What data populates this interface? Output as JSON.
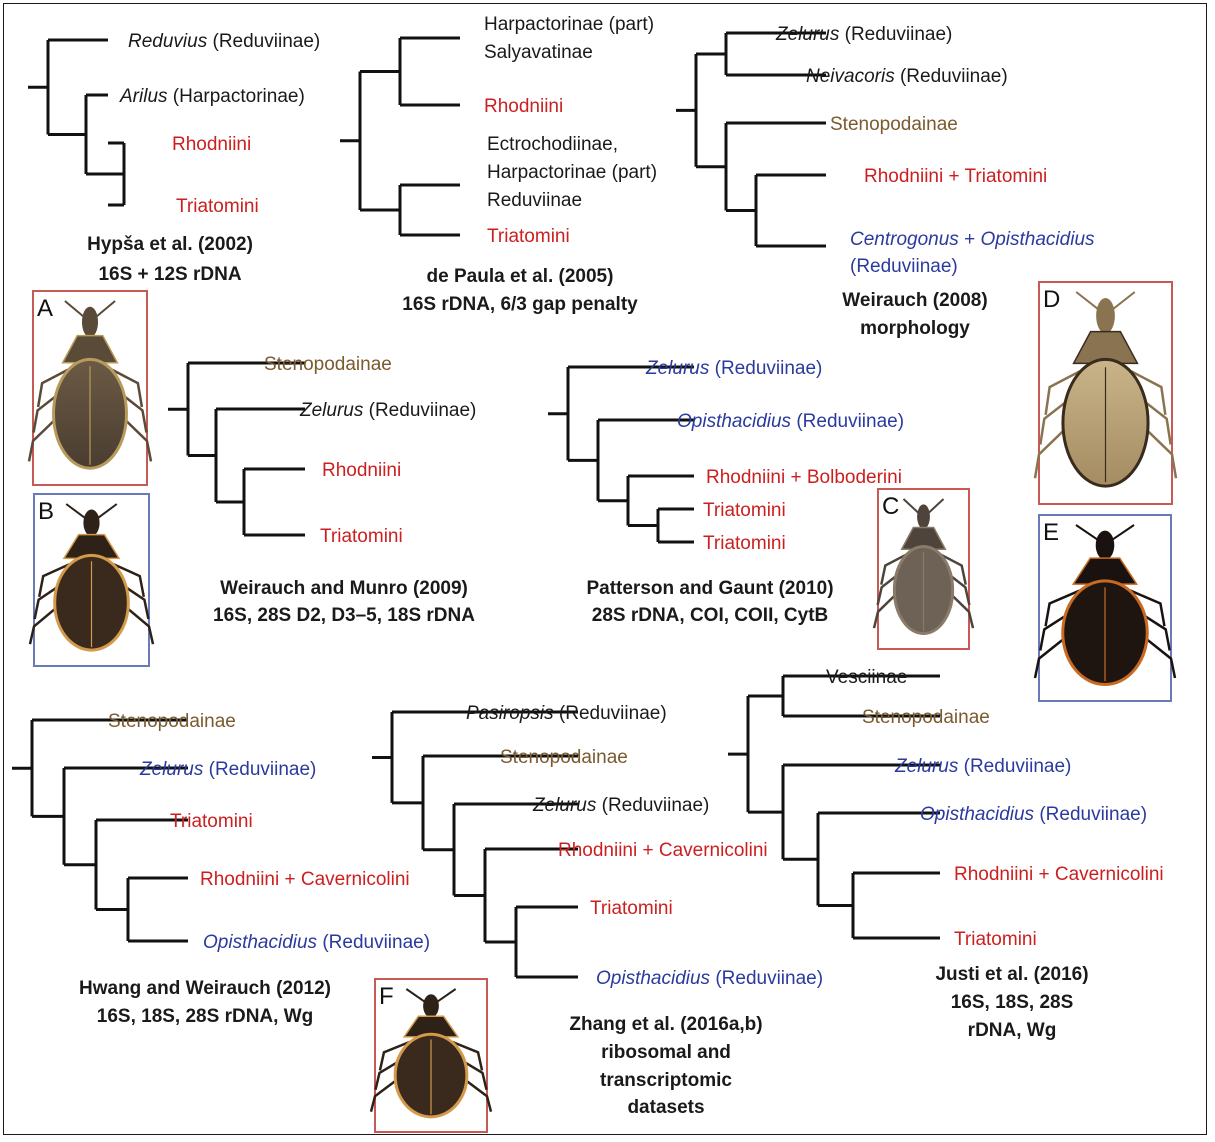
{
  "colors": {
    "red": "#cc1f1f",
    "blue": "#2a3a9e",
    "brown": "#7a5a2e",
    "black": "#1a1a1a",
    "red_frame": "#c85a55",
    "blue_frame": "#6a7ab8"
  },
  "trees": [
    {
      "caption": [
        "Hypša et al. (2002)",
        "16S + 12S rDNA"
      ],
      "leaves": [
        {
          "parts": [
            {
              "t": "Reduvius",
              "i": true,
              "c": "black"
            },
            {
              "t": " (Reduviinae)",
              "c": "black"
            }
          ]
        },
        {
          "parts": [
            {
              "t": "Arilus",
              "i": true,
              "c": "black"
            },
            {
              "t": " (Harpactorinae)",
              "c": "black"
            }
          ]
        },
        {
          "parts": [
            {
              "t": "Rhodniini",
              "c": "red"
            }
          ]
        },
        {
          "parts": [
            {
              "t": "Triatomini",
              "c": "red"
            }
          ]
        }
      ]
    },
    {
      "caption": [
        "de Paula et al. (2005)",
        "16S rDNA, 6/3 gap penalty"
      ],
      "leaves": [
        {
          "parts": [
            {
              "t": "Harpactorinae (part)",
              "c": "black"
            }
          ],
          "parts2": [
            {
              "t": "Salyavatinae",
              "c": "black"
            }
          ]
        },
        {
          "parts": [
            {
              "t": "Rhodniini",
              "c": "red"
            }
          ]
        },
        {
          "parts": [
            {
              "t": "Ectrochodiinae,",
              "c": "black"
            }
          ],
          "parts2": [
            {
              "t": "Harpactorinae (part)",
              "c": "black"
            }
          ],
          "parts3": [
            {
              "t": "Reduviinae",
              "c": "black"
            }
          ]
        },
        {
          "parts": [
            {
              "t": "Triatomini",
              "c": "red"
            }
          ]
        }
      ]
    },
    {
      "caption": [
        "Weirauch (2008)",
        "morphology"
      ],
      "leaves": [
        {
          "parts": [
            {
              "t": "Zelurus",
              "i": true,
              "c": "black"
            },
            {
              "t": " (Reduviinae)",
              "c": "black"
            }
          ]
        },
        {
          "parts": [
            {
              "t": "Neivacoris",
              "i": true,
              "c": "black"
            },
            {
              "t": " (Reduviinae)",
              "c": "black"
            }
          ]
        },
        {
          "parts": [
            {
              "t": "Stenopodainae",
              "c": "brown"
            }
          ]
        },
        {
          "parts": [
            {
              "t": "Rhodniini + Triatomini",
              "c": "red"
            }
          ]
        },
        {
          "parts": [
            {
              "t": "Centrogonus",
              "i": true,
              "c": "blue"
            },
            {
              "t": " + ",
              "c": "blue"
            },
            {
              "t": "Opisthacidius",
              "i": true,
              "c": "blue"
            }
          ],
          "parts2": [
            {
              "t": "(Reduviinae)",
              "c": "blue"
            }
          ]
        }
      ]
    },
    {
      "caption": [
        "Weirauch and Munro (2009)",
        "16S, 28S D2, D3–5, 18S rDNA"
      ],
      "leaves": [
        {
          "parts": [
            {
              "t": "Stenopodainae",
              "c": "brown"
            }
          ]
        },
        {
          "parts": [
            {
              "t": "Zelurus",
              "i": true,
              "c": "black"
            },
            {
              "t": " (Reduviinae)",
              "c": "black"
            }
          ]
        },
        {
          "parts": [
            {
              "t": "Rhodniini",
              "c": "red"
            }
          ]
        },
        {
          "parts": [
            {
              "t": "Triatomini",
              "c": "red"
            }
          ]
        }
      ]
    },
    {
      "caption": [
        "Patterson and Gaunt (2010)",
        "28S rDNA, COI, COII, CytB"
      ],
      "leaves": [
        {
          "parts": [
            {
              "t": "Zelurus",
              "i": true,
              "c": "blue"
            },
            {
              "t": " (Reduviinae)",
              "c": "blue"
            }
          ]
        },
        {
          "parts": [
            {
              "t": "Opisthacidius",
              "i": true,
              "c": "blue"
            },
            {
              "t": " (Reduviinae)",
              "c": "blue"
            }
          ]
        },
        {
          "parts": [
            {
              "t": "Rhodniini + Bolboderini",
              "c": "red"
            }
          ]
        },
        {
          "parts": [
            {
              "t": "Triatomini",
              "c": "red"
            }
          ]
        },
        {
          "parts": [
            {
              "t": "Triatomini",
              "c": "red"
            }
          ]
        }
      ]
    },
    {
      "caption": [
        "Hwang and Weirauch (2012)",
        "16S, 18S, 28S rDNA, Wg"
      ],
      "leaves": [
        {
          "parts": [
            {
              "t": "Stenopodainae",
              "c": "brown"
            }
          ]
        },
        {
          "parts": [
            {
              "t": "Zelurus",
              "i": true,
              "c": "blue"
            },
            {
              "t": " (Reduviinae)",
              "c": "blue"
            }
          ]
        },
        {
          "parts": [
            {
              "t": "Triatomini",
              "c": "red"
            }
          ]
        },
        {
          "parts": [
            {
              "t": "Rhodniini + Cavernicolini",
              "c": "red"
            }
          ]
        },
        {
          "parts": [
            {
              "t": "Opisthacidius",
              "i": true,
              "c": "blue"
            },
            {
              "t": " (Reduviinae)",
              "c": "blue"
            }
          ]
        }
      ]
    },
    {
      "caption": [
        "Zhang et al. (2016a,b)",
        "ribosomal and",
        "transcriptomic",
        "datasets"
      ],
      "leaves": [
        {
          "parts": [
            {
              "t": "Pasiropsis",
              "i": true,
              "c": "black"
            },
            {
              "t": " (Reduviinae)",
              "c": "black"
            }
          ]
        },
        {
          "parts": [
            {
              "t": "Stenopodainae",
              "c": "brown"
            }
          ]
        },
        {
          "parts": [
            {
              "t": "Zelurus",
              "i": true,
              "c": "black"
            },
            {
              "t": " (Reduviinae)",
              "c": "black"
            }
          ]
        },
        {
          "parts": [
            {
              "t": "Rhodniini + Cavernicolini",
              "c": "red"
            }
          ]
        },
        {
          "parts": [
            {
              "t": "Triatomini",
              "c": "red"
            }
          ]
        },
        {
          "parts": [
            {
              "t": "Opisthacidius",
              "i": true,
              "c": "blue"
            },
            {
              "t": " (Reduviinae)",
              "c": "blue"
            }
          ]
        }
      ]
    },
    {
      "caption": [
        "Justi et al. (2016)",
        "16S, 18S, 28S",
        "rDNA, Wg"
      ],
      "leaves": [
        {
          "parts": [
            {
              "t": "Vesciinae",
              "c": "black"
            }
          ]
        },
        {
          "parts": [
            {
              "t": "Stenopodainae",
              "c": "brown"
            }
          ]
        },
        {
          "parts": [
            {
              "t": "Zelurus",
              "i": true,
              "c": "blue"
            },
            {
              "t": " (Reduviinae)",
              "c": "blue"
            }
          ]
        },
        {
          "parts": [
            {
              "t": "Opisthacidius",
              "i": true,
              "c": "blue"
            },
            {
              "t": " (Reduviinae)",
              "c": "blue"
            }
          ]
        },
        {
          "parts": [
            {
              "t": "Rhodniini + Cavernicolini",
              "c": "red"
            }
          ]
        },
        {
          "parts": [
            {
              "t": "Triatomini",
              "c": "red"
            }
          ]
        }
      ]
    }
  ],
  "specimens": [
    {
      "letter": "A",
      "frame": "red"
    },
    {
      "letter": "B",
      "frame": "blue"
    },
    {
      "letter": "C",
      "frame": "red"
    },
    {
      "letter": "D",
      "frame": "red"
    },
    {
      "letter": "E",
      "frame": "blue"
    },
    {
      "letter": "F",
      "frame": "red"
    }
  ]
}
